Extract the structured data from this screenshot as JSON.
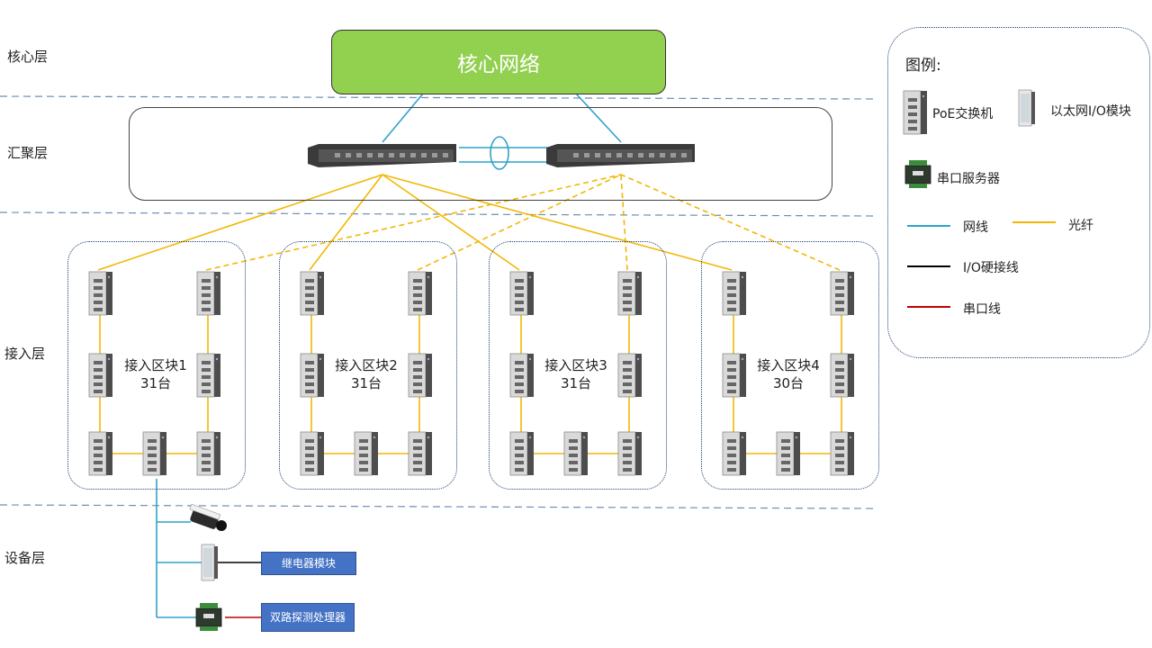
{
  "layers": {
    "core": "核心层",
    "aggregation": "汇聚层",
    "access": "接入层",
    "device": "设备层"
  },
  "core_network": "核心网络",
  "blocks": [
    {
      "name": "接入区块1",
      "count": "31台"
    },
    {
      "name": "接入区块2",
      "count": "31台"
    },
    {
      "name": "接入区块3",
      "count": "31台"
    },
    {
      "name": "接入区块4",
      "count": "30台"
    }
  ],
  "devices": {
    "relay_module": "继电器模块",
    "dual_detector": "双路探测处理器"
  },
  "legend": {
    "title": "图例:",
    "poe_switch": "PoE交换机",
    "ethernet_io": "以太网I/O模块",
    "serial_server": "串口服务器",
    "network_cable": "网线",
    "fiber": "光纤",
    "io_wire": "I/O硬接线",
    "serial_line": "串口线"
  },
  "colors": {
    "core_fill": "#92d050",
    "network_cable": "#2ea3c9",
    "fiber": "#f2b705",
    "io_wire": "#000000",
    "serial_line": "#c00000",
    "device_box": "#4472c4"
  }
}
